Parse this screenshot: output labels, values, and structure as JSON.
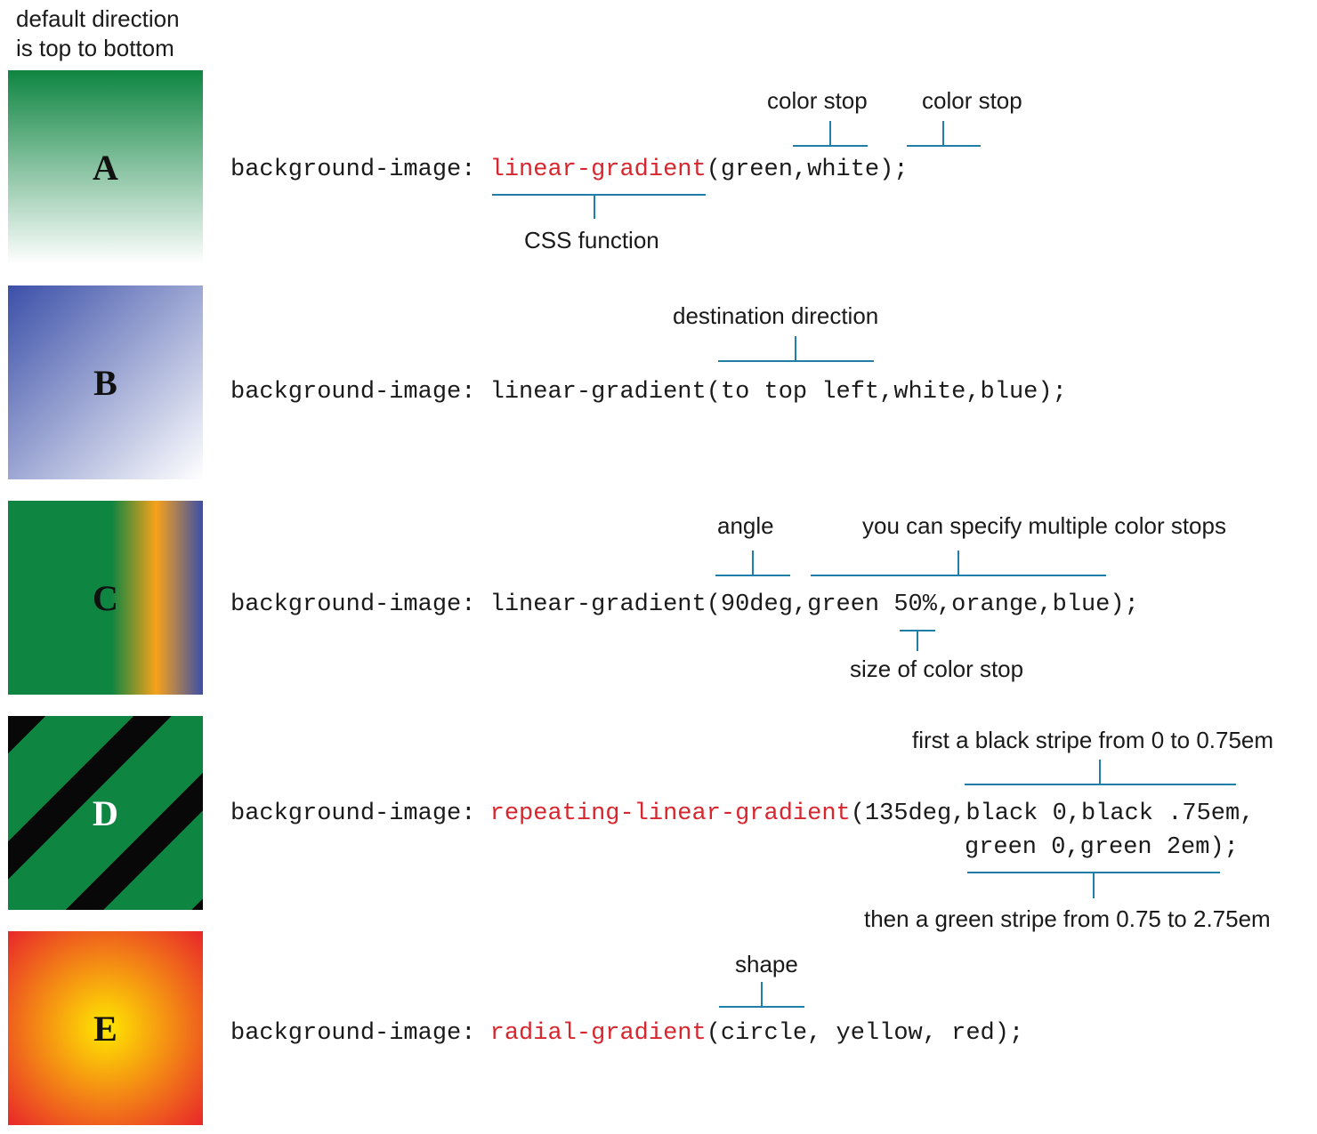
{
  "header": {
    "line1": "default direction",
    "line2": "is top to bottom"
  },
  "colors": {
    "accent_line": "#1f7fa8",
    "function_red": "#d7262e",
    "green": "#0e8541",
    "blue": "#3b4fa8",
    "orange": "#f7a21b",
    "yellow": "#ffe800",
    "red": "#e8262a"
  },
  "examples": [
    {
      "letter": "A",
      "prop": "background-image: ",
      "func": "linear-gradient",
      "args": "(green,white);",
      "labels": {
        "stop1": "color stop",
        "stop2": "color stop",
        "function": "CSS function"
      }
    },
    {
      "letter": "B",
      "prop": "background-image: ",
      "func": "linear-gradient",
      "args": "(to top left,white,blue);",
      "labels": {
        "direction": "destination direction"
      }
    },
    {
      "letter": "C",
      "prop": "background-image: ",
      "func": "linear-gradient",
      "args": "(90deg,green 50%,orange,blue);",
      "labels": {
        "angle": "angle",
        "multiple": "you can specify multiple color stops",
        "size": "size of color stop"
      }
    },
    {
      "letter": "D",
      "prop": "background-image: ",
      "func": "repeating-linear-gradient",
      "args": "(135deg,black 0,black .75em,",
      "args2": "green 0,green 2em);",
      "labels": {
        "black": "first a black stripe from 0 to 0.75em",
        "green": "then a green stripe from 0.75 to 2.75em"
      }
    },
    {
      "letter": "E",
      "prop": "background-image: ",
      "func": "radial-gradient",
      "args": "(circle, yellow, red);",
      "labels": {
        "shape": "shape"
      }
    }
  ]
}
